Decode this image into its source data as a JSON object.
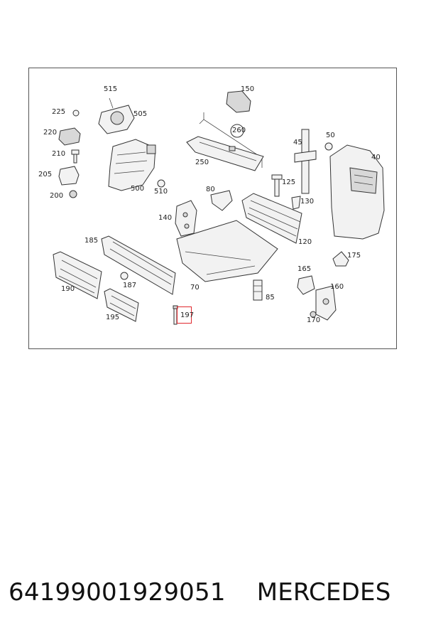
{
  "diagram": {
    "callouts": {
      "p515": "515",
      "p150": "150",
      "p225": "225",
      "p505": "505",
      "p260": "260",
      "p220": "220",
      "p50": "50",
      "p45": "45",
      "p210": "210",
      "p40": "40",
      "p250": "250",
      "p205": "205",
      "p500": "500",
      "p510": "510",
      "p125": "125",
      "p200": "200",
      "p80": "80",
      "p130": "130",
      "p140": "140",
      "p185": "185",
      "p120": "120",
      "p175": "175",
      "p190": "190",
      "p187": "187",
      "p70": "70",
      "p165": "165",
      "p160": "160",
      "p85": "85",
      "p197": "197",
      "p195": "195",
      "p170": "170"
    },
    "highlighted_part": "197"
  },
  "footer": {
    "part_number": "64199001929051",
    "brand": "MERCEDES"
  }
}
